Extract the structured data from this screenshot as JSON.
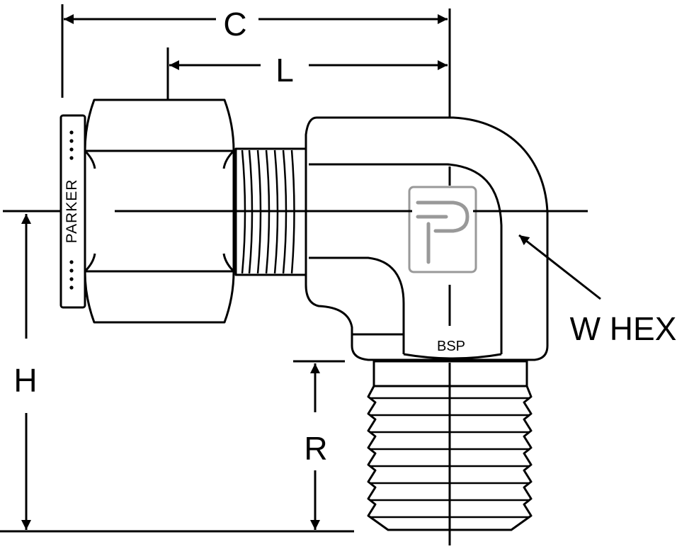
{
  "diagram": {
    "title": "Male elbow fitting dimension drawing",
    "labels": {
      "c": "C",
      "l": "L",
      "h": "H",
      "r": "R",
      "w_hex": "W HEX",
      "bsp": "BSP",
      "parker": "PARKER"
    },
    "colors": {
      "stroke": "#000000",
      "fill": "#ffffff",
      "logo": "#999999"
    }
  }
}
